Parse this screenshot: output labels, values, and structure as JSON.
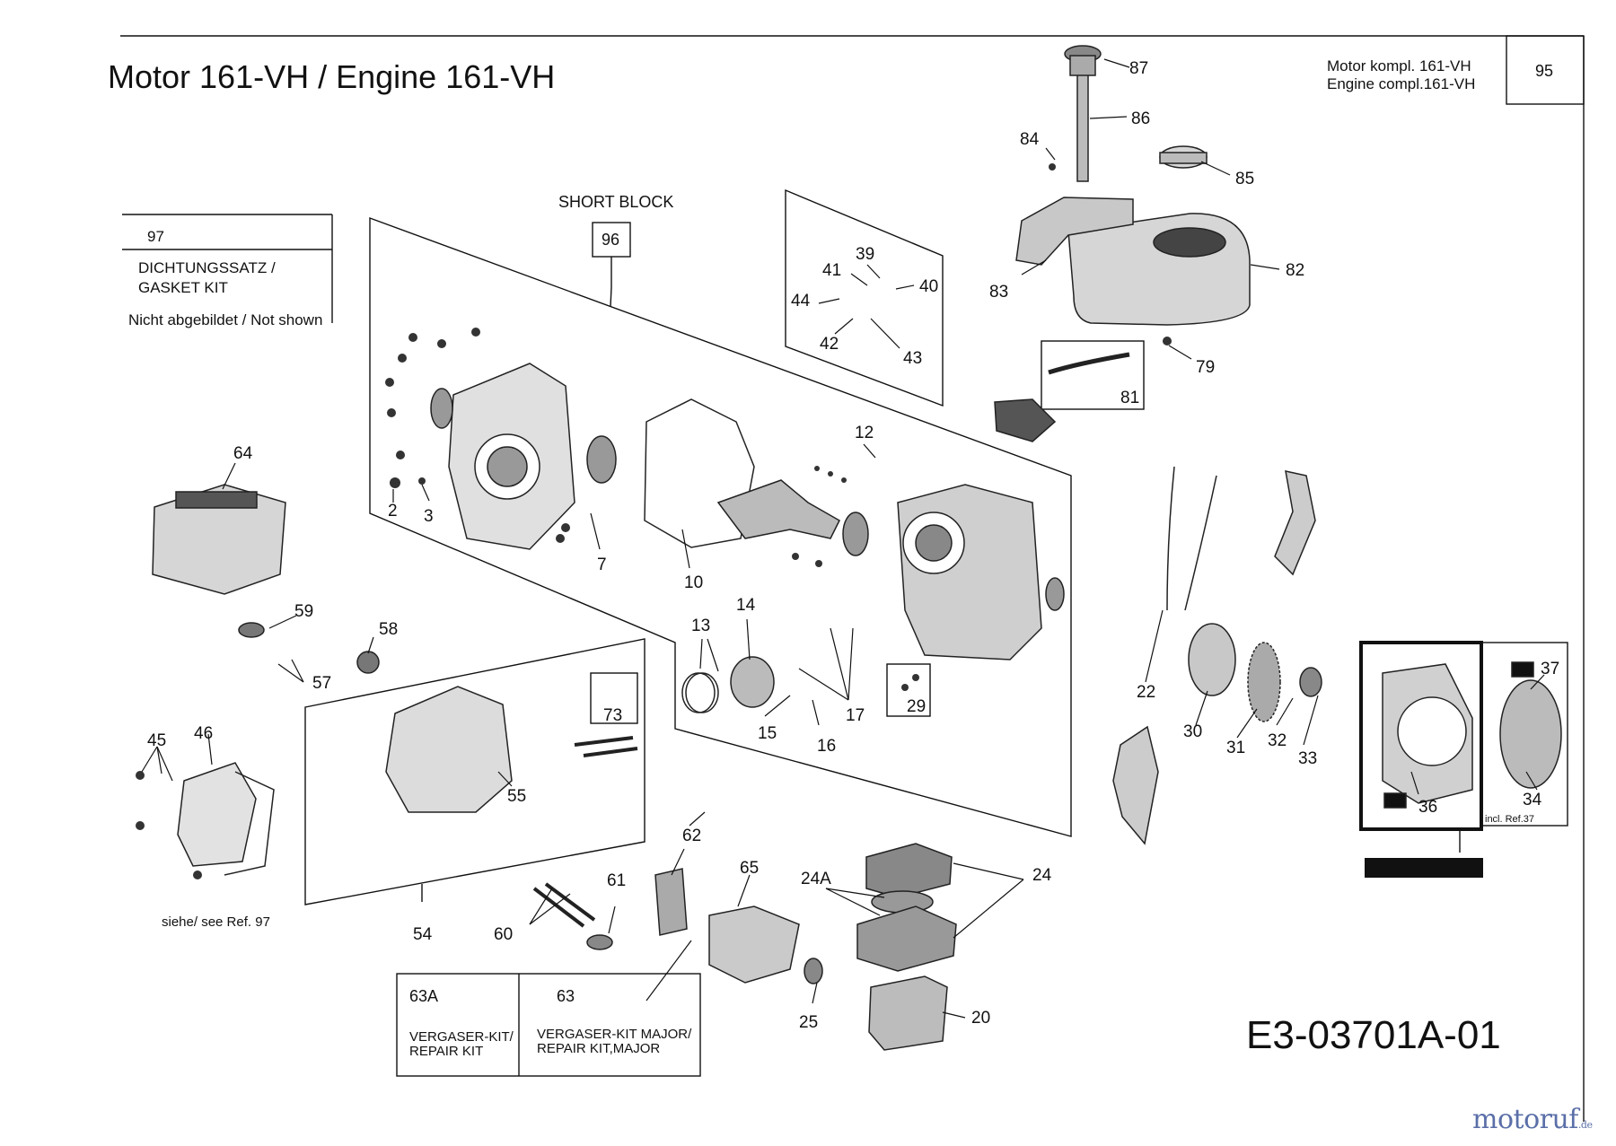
{
  "title": "Motor  161-VH / Engine  161-VH",
  "header": {
    "line1": "Motor kompl. 161-VH",
    "line2": "Engine compl.161-VH",
    "page_number": "95"
  },
  "gasket_box": {
    "ref": "97",
    "line1": "DICHTUNGSSATZ /",
    "line2": "GASKET KIT",
    "note": "Nicht abgebildet / Not shown"
  },
  "short_block": {
    "label": "SHORT BLOCK",
    "ref": "96"
  },
  "kit_box": {
    "left_ref": "63A",
    "left_text": "VERGASER-KIT/ REPAIR KIT",
    "right_ref": "63",
    "right_text": "VERGASER-KIT MAJOR/ REPAIR KIT,MAJOR"
  },
  "notes": {
    "see_ref": "siehe/ see Ref. 97",
    "incl_ref": "incl. Ref.37"
  },
  "doc_id": "E3-03701A-01",
  "logo": {
    "main": "motoruf",
    "suffix": ".de"
  },
  "callouts": [
    "87",
    "86",
    "84",
    "85",
    "82",
    "83",
    "79",
    "81",
    "39",
    "41",
    "40",
    "44",
    "42",
    "43",
    "12",
    "2",
    "3",
    "7",
    "10",
    "13",
    "14",
    "15",
    "16",
    "17",
    "29",
    "22",
    "30",
    "31",
    "32",
    "33",
    "37",
    "36",
    "34",
    "64",
    "59",
    "58",
    "57",
    "45",
    "46",
    "73",
    "55",
    "54",
    "60",
    "61",
    "62",
    "65",
    "24A",
    "24",
    "25",
    "20"
  ],
  "colors": {
    "ink": "#111111",
    "part_fill": "#d9d9d9",
    "part_dark": "#444444",
    "logo": "#5a6fa8"
  },
  "icons": [
    "fuel-tank-icon",
    "recoil-starter-icon",
    "carburetor-icon",
    "air-filter-icon",
    "cylinder-block-icon",
    "crankshaft-icon",
    "muffler-icon",
    "cylinder-head-icon"
  ]
}
